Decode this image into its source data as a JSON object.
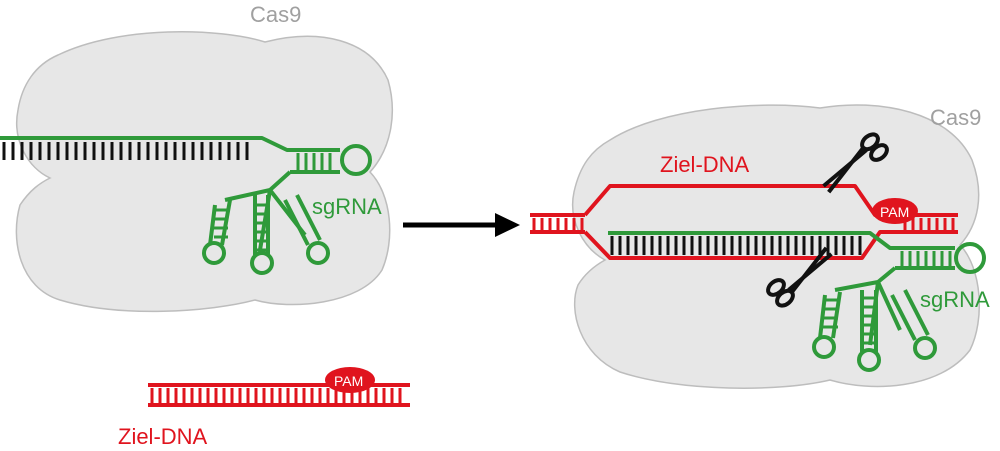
{
  "labels": {
    "cas9_left": "Cas9",
    "cas9_right": "Cas9",
    "sgrna_left": "sgRNA",
    "sgrna_right": "sgRNA",
    "target_dna_left": "Ziel-DNA",
    "target_dna_right": "Ziel-DNA",
    "pam_left": "PAM",
    "pam_right": "PAM"
  },
  "colors": {
    "dna": "#e0141e",
    "rna": "#2f9a3a",
    "protein": "#e7e7e7",
    "protein_label": "#a0a0a0",
    "ticks": "#111111",
    "arrow": "#000000"
  },
  "icons": [
    "arrow-right-icon",
    "scissors-icon"
  ]
}
